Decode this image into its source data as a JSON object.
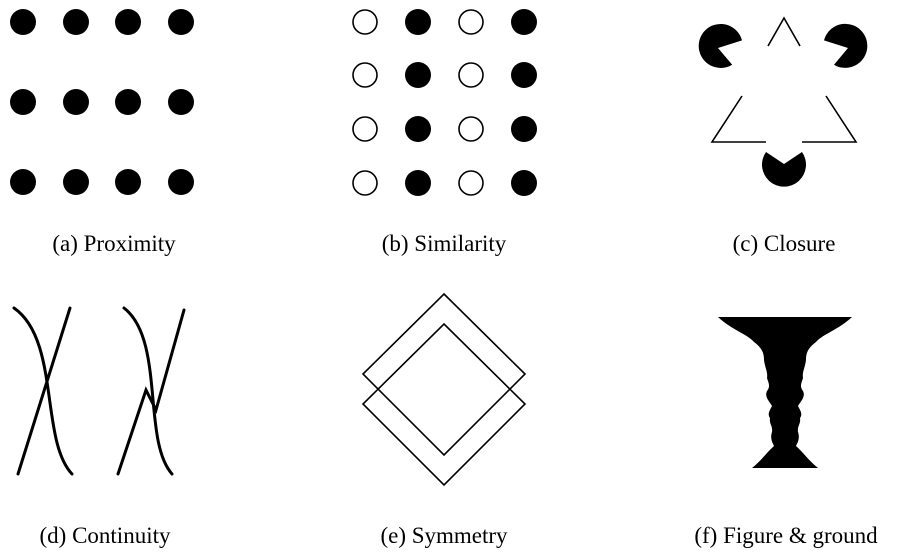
{
  "figure": {
    "panels": [
      {
        "id": "a",
        "label": "(a) Proximity"
      },
      {
        "id": "b",
        "label": "(b) Similarity"
      },
      {
        "id": "c",
        "label": "(c) Closure"
      },
      {
        "id": "d",
        "label": "(d) Continuity"
      },
      {
        "id": "e",
        "label": "(e) Symmetry"
      },
      {
        "id": "f",
        "label": "(f) Figure & ground"
      }
    ]
  }
}
